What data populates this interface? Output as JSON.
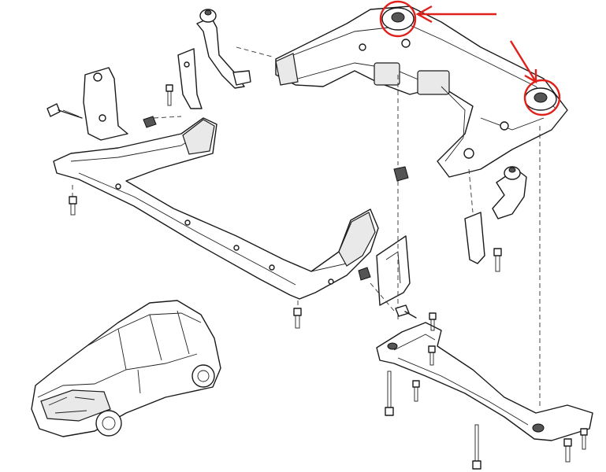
{
  "diagram": {
    "annotation_color": "#e0201b",
    "line_color": "#1a1a1a",
    "background": "#ffffff",
    "components": [
      "rear-subframe",
      "front-crossmember",
      "lower-crossmember",
      "rear-mount-bracket-left",
      "rear-mount-bracket-right",
      "side-brackets",
      "fasteners",
      "vehicle-thumbnail"
    ],
    "highlighted_mounts": 2
  }
}
